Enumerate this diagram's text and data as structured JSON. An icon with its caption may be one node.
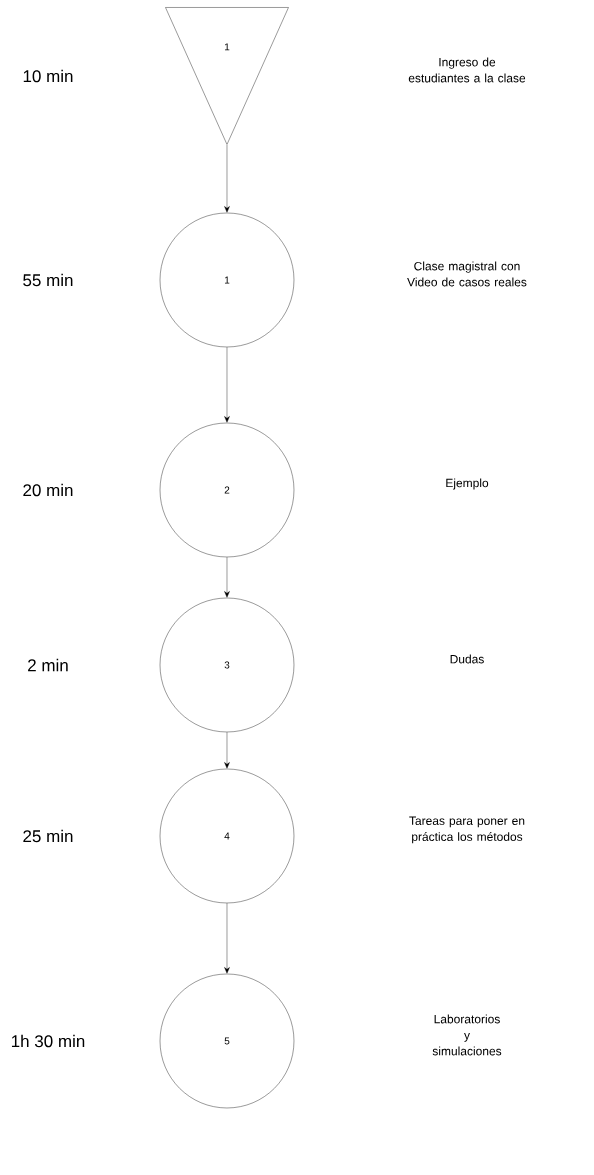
{
  "diagram": {
    "nodes": [
      {
        "text": [
          "1"
        ]
      },
      {
        "text": [
          "1"
        ]
      },
      {
        "text": [
          "2"
        ]
      },
      {
        "text": [
          "3"
        ]
      },
      {
        "text": [
          "4"
        ]
      },
      {
        "text": [
          "5"
        ]
      }
    ],
    "edges": [
      {
        "from": 0,
        "to": 1,
        "arrow": "to"
      },
      {
        "from": 1,
        "to": 2,
        "arrow": "to"
      },
      {
        "from": 2,
        "to": 3,
        "arrow": "to"
      },
      {
        "from": 3,
        "to": 4,
        "arrow": "to"
      },
      {
        "from": 4,
        "to": 5,
        "arrow": "to"
      }
    ],
    "labels": [
      "10 min",
      "Ingreso de estudiantes a la clase",
      "55 min",
      "Clase magistral con Video de casos reales",
      "20 min",
      "Ejemplo",
      "2 min",
      "Dudas",
      "25 min",
      "Tareas para poner en práctica los métodos",
      "1h 30 min",
      "Laboratorios y simulaciones"
    ]
  }
}
